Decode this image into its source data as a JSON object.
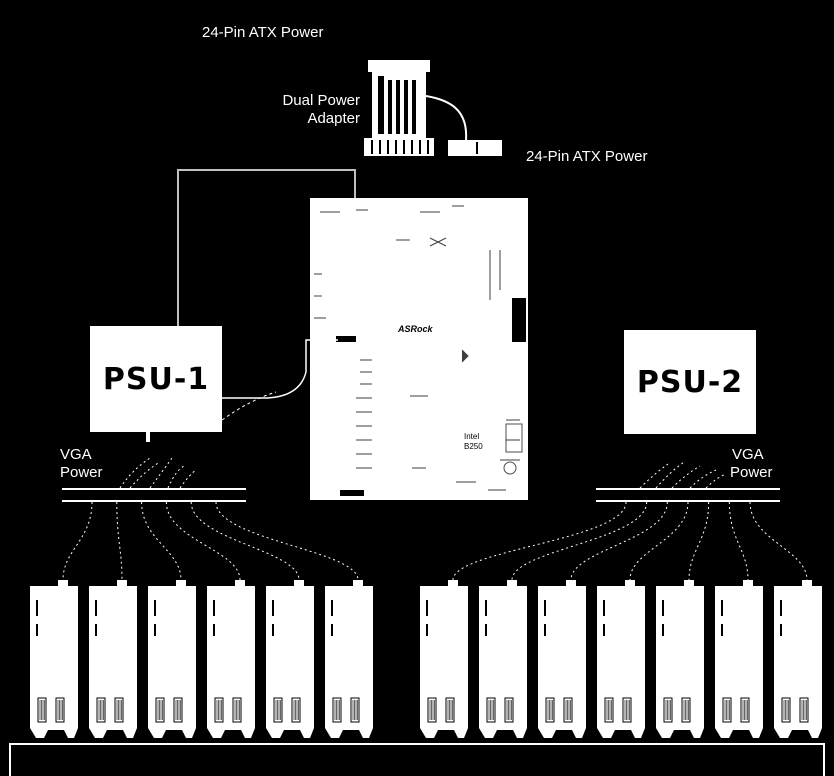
{
  "labels": {
    "atx_top": "24-Pin ATX Power",
    "adapter_line1": "Dual Power",
    "adapter_line2": "Adapter",
    "atx_right": "24-Pin ATX Power",
    "vga_left_line1": "VGA",
    "vga_left_line2": "Power",
    "vga_right_line1": "VGA",
    "vga_right_line2": "Power"
  },
  "psus": [
    {
      "label": "PSU-1"
    },
    {
      "label": "PSU-2"
    }
  ],
  "motherboard": {
    "brand": "ASRock",
    "chipset_line1": "Intel",
    "chipset_line2": "B250"
  },
  "gpu_groups": [
    {
      "count": 6
    },
    {
      "count": 7
    }
  ],
  "colors": {
    "background": "#000000",
    "foreground": "#ffffff",
    "cable": "#bfbfbf"
  }
}
